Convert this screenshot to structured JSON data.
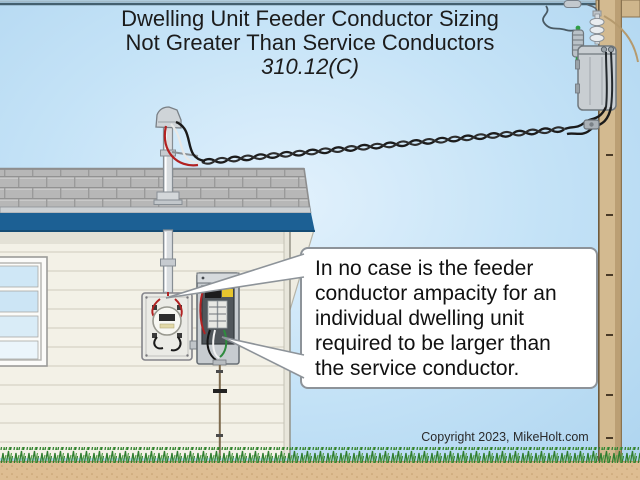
{
  "title": {
    "line1": "Dwelling Unit Feeder Conductor Sizing",
    "line2": "Not Greater Than Service Conductors",
    "line3": "310.12(C)"
  },
  "callout": {
    "lines": [
      "In no case is the feeder",
      "conductor ampacity for an",
      "individual dwelling unit",
      "required to be larger than",
      "the service conductor."
    ]
  },
  "copyright": "Copyright 2023, MikeHolt.com",
  "scene": {
    "components": [
      "sky",
      "primary-line",
      "utility-pole",
      "crossarm",
      "transformer",
      "lightning-arrester",
      "cutout-insulator",
      "service-drop-triplex",
      "roof-shingles",
      "blue-fascia",
      "house-wall",
      "window",
      "service-mast",
      "weatherhead",
      "drip-loop-wires",
      "meter-socket",
      "panelboard",
      "grounding-electrode-conductor",
      "grass",
      "dirt"
    ],
    "colors": {
      "sky": "#c2e2f6",
      "fascia_blue": "#1c6094",
      "wall_cream": "#f3f1e7",
      "roof_gray": "#b7b7b7",
      "pole_tan": "#d3ba90",
      "grass_green": "#4f9f43",
      "dirt_tan": "#debd92",
      "wire_red": "#b22222",
      "wire_black": "#1a1a1a",
      "wire_green": "#2e8b3e",
      "callout_bg": "#ffffff",
      "callout_border": "#8d9399"
    }
  }
}
